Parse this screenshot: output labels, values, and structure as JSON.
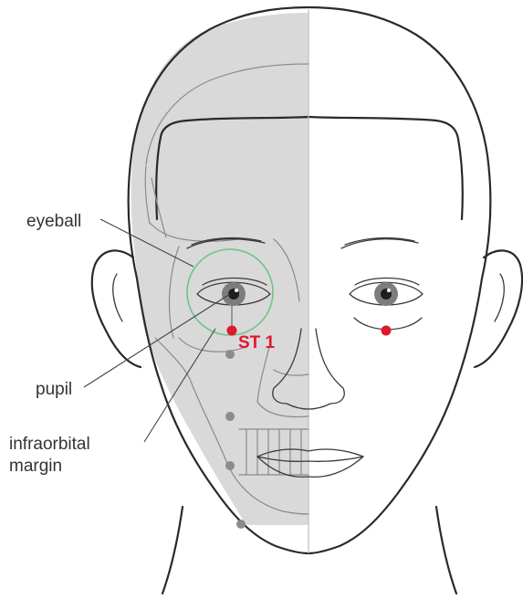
{
  "labels": {
    "eyeball": "eyeball",
    "pupil": "pupil",
    "infraorbital_line1": "infraorbital",
    "infraorbital_line2": "margin",
    "point": "ST 1"
  },
  "colors": {
    "point": "#e0182d",
    "orbit_ring": "#6fc48a",
    "shading": "#d9d9d9",
    "landmark_dot": "#8c8c8c"
  }
}
